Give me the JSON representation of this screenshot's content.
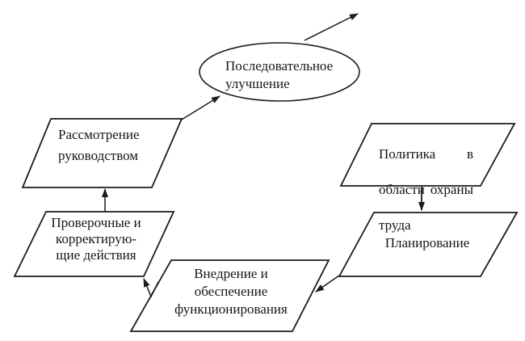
{
  "diagram": {
    "nodes": {
      "improvement": {
        "shape": "ellipse",
        "label": "Последовательное\nулучшение"
      },
      "management_review": {
        "shape": "parallelogram",
        "label": "Рассмотрение\nруководством"
      },
      "checking_corrective": {
        "shape": "parallelogram",
        "label": "Проверочные и\nкорректирую-\nщие действия"
      },
      "implementation": {
        "shape": "parallelogram",
        "label": "Внедрение и\nобеспечение\nфункционирования"
      },
      "policy": {
        "shape": "parallelogram",
        "label": "Политика в области охраны труда",
        "line1_left": "Политика",
        "line1_right": "в",
        "line2_left": "области",
        "line2_right": "охраны",
        "line3": "труда"
      },
      "planning": {
        "shape": "parallelogram",
        "label": "Планирование"
      }
    },
    "edges": [
      {
        "from": "checking_corrective",
        "to": "management_review"
      },
      {
        "from": "management_review",
        "to": "improvement"
      },
      {
        "from": "improvement",
        "to": "exit-top-right"
      },
      {
        "from": "policy",
        "to": "planning"
      },
      {
        "from": "planning",
        "to": "implementation"
      },
      {
        "from": "implementation",
        "to": "checking_corrective"
      }
    ],
    "colors": {
      "stroke": "#1c1c1c",
      "fill": "#ffffff",
      "background": "#ffffff"
    }
  }
}
